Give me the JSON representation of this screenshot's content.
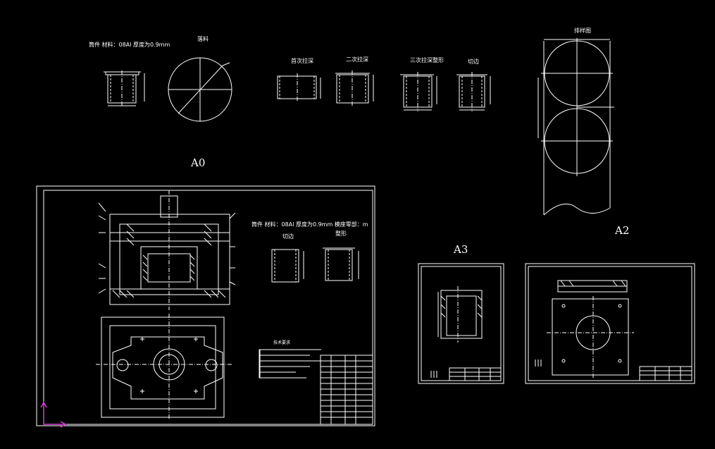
{
  "sheet_labels": {
    "a0": "A0",
    "a2": "A2",
    "a3": "A3"
  },
  "top_annotations": {
    "part_spec": "筒件  材料：08Al  厚度为0.9mm",
    "blank": "落料",
    "first_draw": "首次拉深",
    "second_draw": "二次拉深",
    "third_draw": "三次拉深整形",
    "trim": "切边",
    "layout": "排样图"
  },
  "a0_annotations": {
    "part_spec": "筒件   材料：08Al  厚度为0.9mm  模座零部：m",
    "trim": "切边",
    "shaping": "整形",
    "notes_title": "技术要求"
  },
  "colors": {
    "background": "#000000",
    "lines": "#ffffff",
    "ucs_axis": "#d040d0"
  },
  "icons": {
    "ucs": "ucs-axis-icon"
  }
}
